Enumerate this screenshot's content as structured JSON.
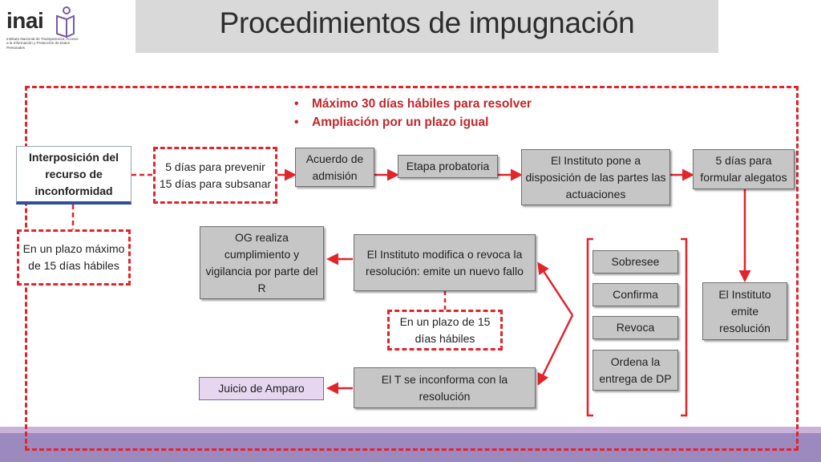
{
  "header": {
    "logo_text": "inai",
    "logo_subtitle": "Instituto Nacional de Transparencia, Acceso a la Información y Protección de Datos Personales",
    "title": "Procedimientos de impugnación"
  },
  "bullets": [
    "Máximo 30 días hábiles para resolver",
    "Ampliación por un plazo igual"
  ],
  "nodes": {
    "interposicion": "Interposición del recurso de inconformidad",
    "plazo15": "En un plazo máximo de 15 días hábiles",
    "prevenir": "5 días para prevenir 15 días para subsanar",
    "acuerdo": "Acuerdo de admisión",
    "etapa": "Etapa probatoria",
    "pone": "El Instituto pone a disposición de las partes las actuaciones",
    "alegatos": "5 días para formular alegatos",
    "emite": "El Instituto emite resolución",
    "sobresee": "Sobresee",
    "confirma": "Confirma",
    "revoca": "Revoca",
    "ordena": "Ordena la entrega de DP",
    "modifica": "El Instituto modifica o revoca la resolución: emite un nuevo fallo",
    "plazo_de_15": "En un plazo de 15 días hábiles",
    "og": "OG realiza cumplimiento y vigilancia por parte del R",
    "inconforma": "El T se inconforma con la resolución",
    "amparo": "Juicio de Amparo"
  },
  "colors": {
    "red": "#e2242b",
    "gray_box": "#c6c6c6",
    "purple_box": "#e7d6ef",
    "band": "#9c8abf"
  }
}
